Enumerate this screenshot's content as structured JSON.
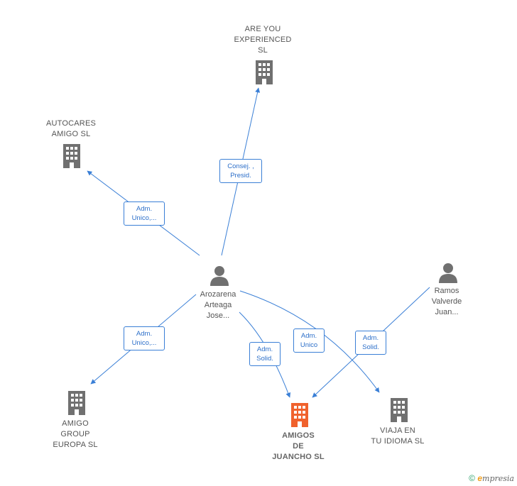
{
  "colors": {
    "edge": "#3a7fd6",
    "company_icon": "#707070",
    "focus_icon": "#f0622d",
    "person_icon": "#707070"
  },
  "nodes": {
    "are_you": {
      "label": "ARE YOU\nEXPERIENCED\nSL",
      "icon": "building-icon"
    },
    "autocares": {
      "label": "AUTOCARES\nAMIGO  SL",
      "icon": "building-icon"
    },
    "arozarena": {
      "label": "Arozarena\nArteaga\nJose...",
      "icon": "person-icon"
    },
    "ramos": {
      "label": "Ramos\nValverde\nJuan...",
      "icon": "person-icon"
    },
    "amigo_group": {
      "label": "AMIGO\nGROUP\nEUROPA  SL",
      "icon": "building-icon"
    },
    "amigos_juancho": {
      "label": "AMIGOS\nDE\nJUANCHO  SL",
      "icon": "building-icon"
    },
    "viaja": {
      "label": "VIAJA EN\nTU IDIOMA  SL",
      "icon": "building-icon"
    }
  },
  "edges": {
    "e_are_you": {
      "label": "Consej. ,\nPresid."
    },
    "e_autocares": {
      "label": "Adm.\nUnico,..."
    },
    "e_amigo_group": {
      "label": "Adm.\nUnico,..."
    },
    "e_amigos_juancho_a": {
      "label": "Adm.\nSolid."
    },
    "e_viaja": {
      "label": "Adm.\nUnico"
    },
    "e_amigos_juancho_r": {
      "label": "Adm.\nSolid."
    }
  },
  "watermark": {
    "copyright": "©",
    "brand_e": "e",
    "brand_rest": "mpresia"
  }
}
